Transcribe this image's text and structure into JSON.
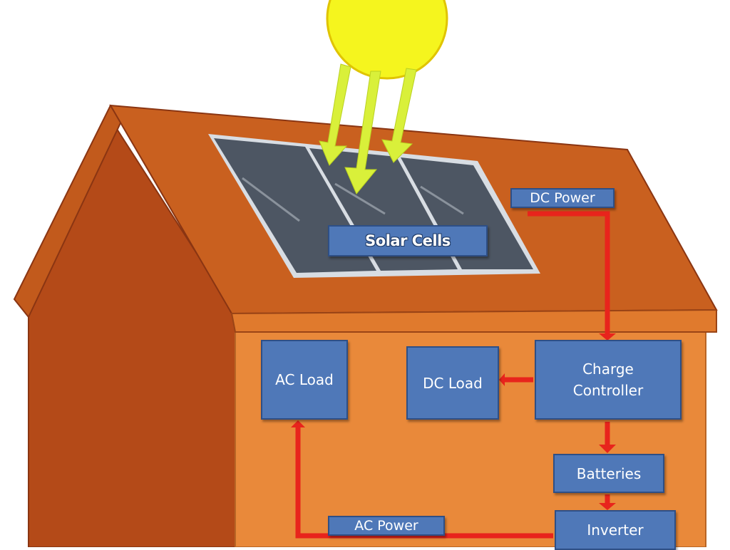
{
  "diagram": {
    "labels": {
      "solar_cells": "Solar Cells",
      "dc_power": "DC Power",
      "ac_load": "AC Load",
      "dc_load": "DC Load",
      "charge_controller": "Charge\nController",
      "batteries": "Batteries",
      "inverter": "Inverter",
      "ac_power": "AC Power"
    },
    "colors": {
      "sun": "#f5f51e",
      "sun_rays": "#d9f03a",
      "roof": "#c9601f",
      "wall_front": "#e9893a",
      "wall_side": "#b44a18",
      "panel": "#4d5663",
      "panel_frame": "#d8dde3",
      "wire": "#e8241c",
      "box_fill": "#4f78b8",
      "box_border": "#2e4f86",
      "box_text": "#ffffff"
    },
    "icons": [
      "sun-icon",
      "solar-panel-icon",
      "house-icon"
    ]
  }
}
